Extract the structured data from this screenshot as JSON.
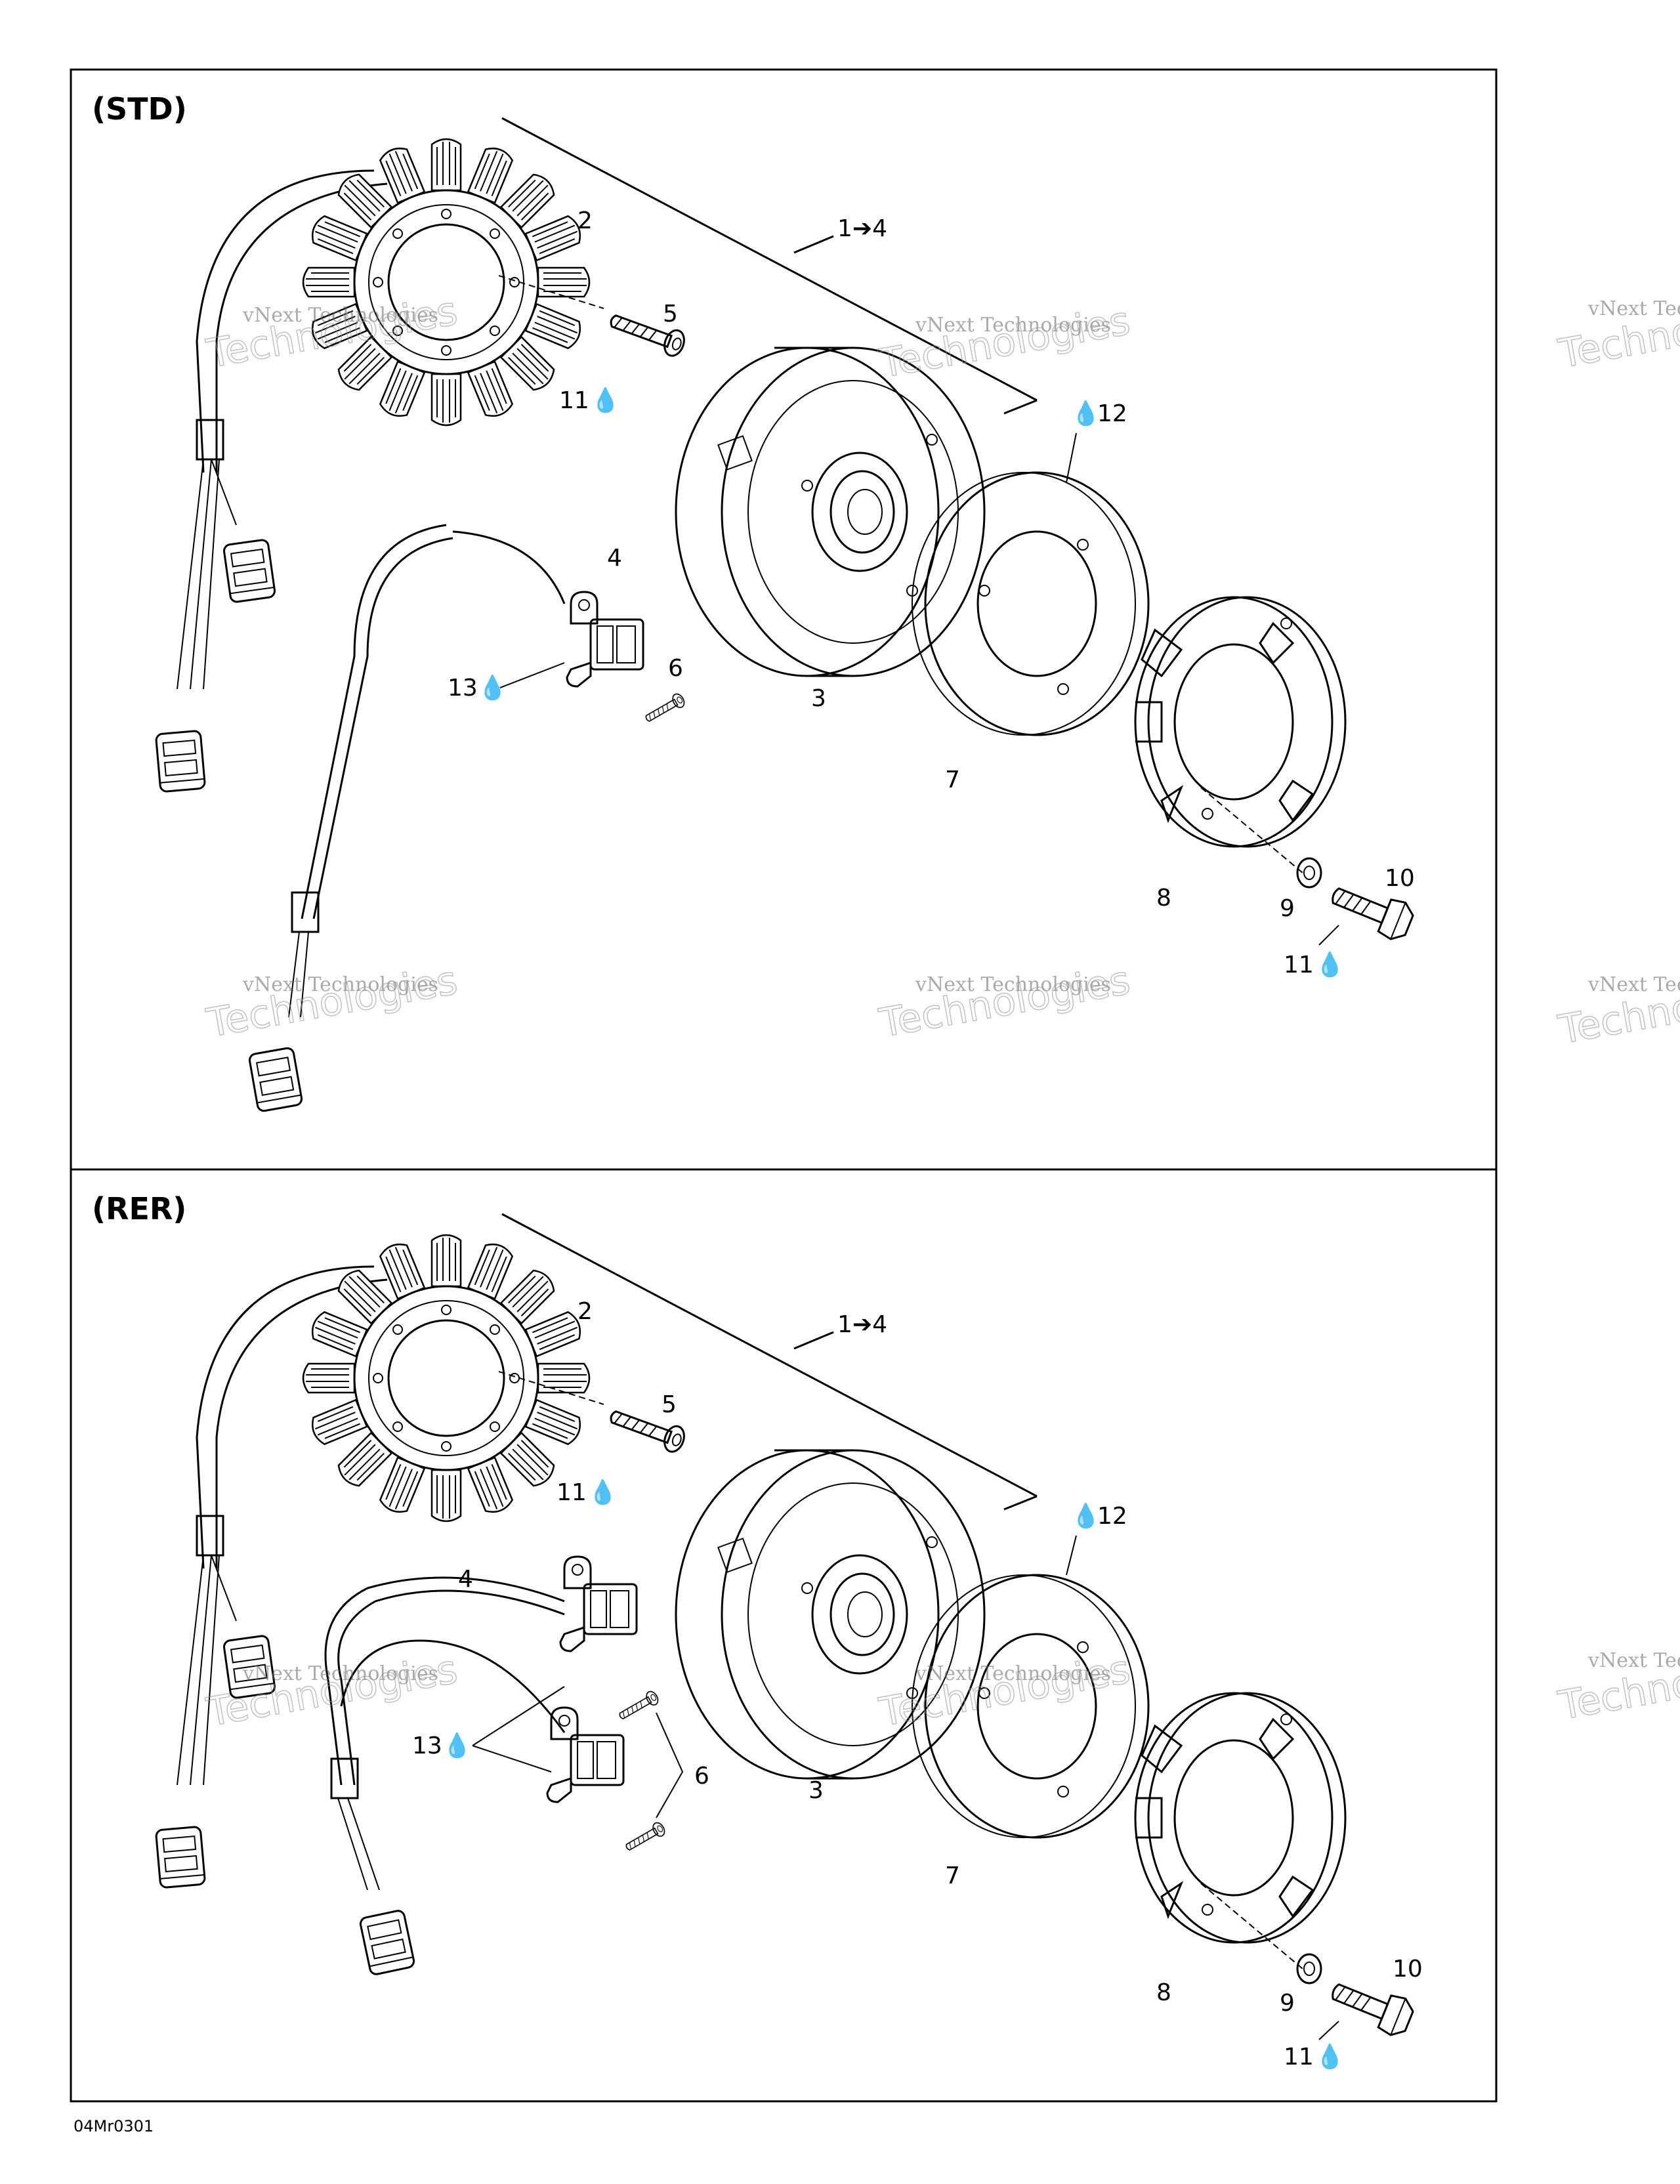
{
  "sections": [
    {
      "title": "(STD)",
      "callouts": {
        "kit": "1➔4",
        "stator": "2",
        "rotor": "3",
        "sensor": "4",
        "screw": "5",
        "sensor_screw": "6",
        "ring": "7",
        "gear": "8",
        "washer": "9",
        "bolt": "10",
        "loctite_a": "11",
        "loctite_b": "11",
        "grease": "12",
        "loctite_sensor": "13"
      }
    },
    {
      "title": "(RER)",
      "callouts": {
        "kit": "1➔4",
        "stator": "2",
        "rotor": "3",
        "sensor": "4",
        "screw": "5",
        "sensor_screw": "6",
        "ring": "7",
        "gear": "8",
        "washer": "9",
        "bolt": "10",
        "loctite_a": "11",
        "loctite_b": "11",
        "grease": "12",
        "loctite_sensor": "13"
      }
    }
  ],
  "watermark": {
    "line1": "vNext Technologies",
    "line2": "Technologies"
  },
  "reference": "04Mr0301",
  "icons": {
    "drop": "drop-icon",
    "arrow": "arrow-right-icon"
  },
  "colors": {
    "ink": "#000000",
    "paper": "#ffffff",
    "watermark": "#999999"
  }
}
